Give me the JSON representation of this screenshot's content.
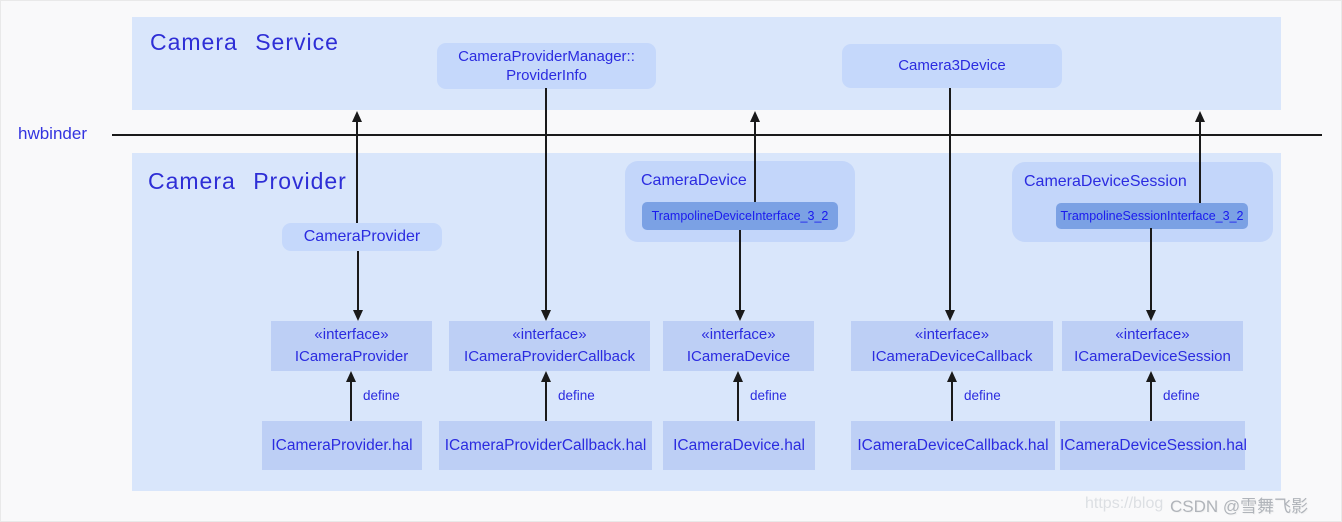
{
  "colors": {
    "panel_fill": "#d9e6fb",
    "node_fill": "#c5d8fb",
    "interface_fill": "#bdcff5",
    "trampoline_fill": "#7ba1e4",
    "text_blue": "#2b2be0",
    "line_black": "#1a1a1a"
  },
  "hwbinder": {
    "label": "hwbinder"
  },
  "service_panel": {
    "title": "Camera Service",
    "provider_info": {
      "line1": "CameraProviderManager::",
      "line2": "ProviderInfo"
    },
    "camera3device": "Camera3Device"
  },
  "provider_panel": {
    "title": "Camera Provider",
    "camera_provider": "CameraProvider",
    "camera_device": {
      "label": "CameraDevice",
      "trampoline": "TrampolineDeviceInterface_3_2"
    },
    "camera_device_session": {
      "label": "CameraDeviceSession",
      "trampoline": "TrampolineSessionInterface_3_2"
    },
    "define_label": "define",
    "interfaces": [
      {
        "stereotype": "«interface»",
        "name": "ICameraProvider"
      },
      {
        "stereotype": "«interface»",
        "name": "ICameraProviderCallback"
      },
      {
        "stereotype": "«interface»",
        "name": "ICameraDevice"
      },
      {
        "stereotype": "«interface»",
        "name": "ICameraDeviceCallback"
      },
      {
        "stereotype": "«interface»",
        "name": "ICameraDeviceSession"
      }
    ],
    "hal_files": [
      "ICameraProvider.hal",
      "ICameraProviderCallback.hal",
      "ICameraDevice.hal",
      "ICameraDeviceCallback.hal",
      "ICameraDeviceSession.hal"
    ]
  },
  "edges": [
    {
      "from": "CameraProvider",
      "to": "Camera Service",
      "direction": "up"
    },
    {
      "from": "CameraProviderManager::ProviderInfo",
      "to": "ICameraProviderCallback",
      "direction": "down"
    },
    {
      "from": "CameraProvider",
      "to": "ICameraProvider",
      "direction": "down"
    },
    {
      "from": "TrampolineDeviceInterface_3_2",
      "to": "Camera Service",
      "direction": "up"
    },
    {
      "from": "TrampolineDeviceInterface_3_2",
      "to": "ICameraDevice",
      "direction": "down"
    },
    {
      "from": "Camera3Device",
      "to": "ICameraDeviceCallback",
      "direction": "down"
    },
    {
      "from": "TrampolineSessionInterface_3_2",
      "to": "Camera Service",
      "direction": "up"
    },
    {
      "from": "TrampolineSessionInterface_3_2",
      "to": "ICameraDeviceSession",
      "direction": "down"
    },
    {
      "from": "ICameraProvider.hal",
      "to": "ICameraProvider",
      "label": "define",
      "direction": "up"
    },
    {
      "from": "ICameraProviderCallback.hal",
      "to": "ICameraProviderCallback",
      "label": "define",
      "direction": "up"
    },
    {
      "from": "ICameraDevice.hal",
      "to": "ICameraDevice",
      "label": "define",
      "direction": "up"
    },
    {
      "from": "ICameraDeviceCallback.hal",
      "to": "ICameraDeviceCallback",
      "label": "define",
      "direction": "up"
    },
    {
      "from": "ICameraDeviceSession.hal",
      "to": "ICameraDeviceSession",
      "label": "define",
      "direction": "up"
    }
  ],
  "watermark": {
    "url_text": "https://blog",
    "handle": "CSDN @雪舞飞影"
  }
}
